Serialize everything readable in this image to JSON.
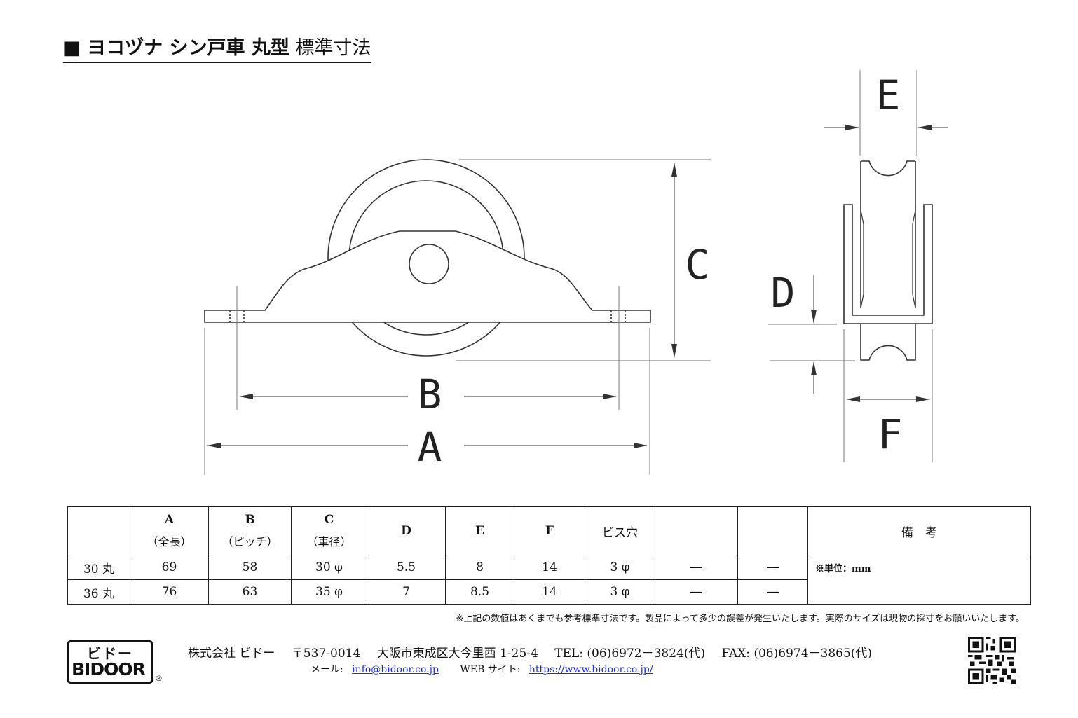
{
  "title": {
    "marker": "■",
    "bold_text": "ヨコヅナ シン戸車 丸型",
    "normal_text": "標準寸法"
  },
  "drawing_labels": {
    "a": "A",
    "b": "B",
    "c": "C",
    "d": "D",
    "e": "E",
    "f": "F"
  },
  "table": {
    "headers": [
      {
        "main": "",
        "sub": ""
      },
      {
        "main": "A",
        "sub": "（全長）"
      },
      {
        "main": "B",
        "sub": "（ピッチ）"
      },
      {
        "main": "C",
        "sub": "（車径）"
      },
      {
        "main": "D",
        "sub": ""
      },
      {
        "main": "E",
        "sub": ""
      },
      {
        "main": "F",
        "sub": ""
      },
      {
        "main": "ビス穴",
        "sub": ""
      },
      {
        "main": "",
        "sub": ""
      },
      {
        "main": "",
        "sub": ""
      },
      {
        "main": "備　考",
        "sub": ""
      }
    ],
    "rows": [
      [
        "30 丸",
        "69",
        "58",
        "30 φ",
        "5.5",
        "8",
        "14",
        "3 φ",
        "―",
        "―"
      ],
      [
        "36 丸",
        "76",
        "63",
        "35 φ",
        "7",
        "8.5",
        "14",
        "3 φ",
        "―",
        "―"
      ]
    ],
    "remark": "※単位：mm"
  },
  "disclaimer": "※上記の数値はあくまでも参考標準寸法です。製品によって多少の誤差が発生いたします。実際のサイズは現物の採寸をお願いいたします。",
  "logo": {
    "kana": "ビドー",
    "name": "BIDOOR",
    "registered": "®"
  },
  "contact": {
    "company": "株式会社 ビドー",
    "postal": "〒537-0014",
    "address": "大阪市東成区大今里西 1-25-4",
    "tel": "TEL: (06)6972－3824(代)",
    "fax": "FAX: (06)6974－3865(代)",
    "mail_label": "メール:",
    "mail": "info@bidoor.co.jp",
    "web_label": "WEB サイト:",
    "web": "https://www.bidoor.co.jp/"
  },
  "icons": {
    "qr": "qr-code-icon"
  }
}
